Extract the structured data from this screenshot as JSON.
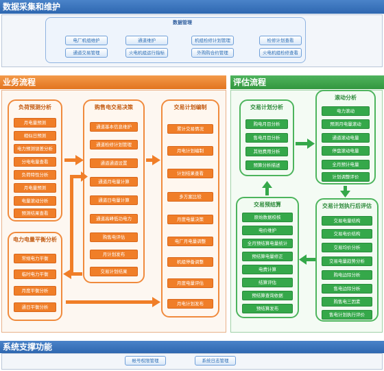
{
  "data_section": {
    "title": "数据采集和维护",
    "management_title": "数据管理",
    "buttons": [
      "电厂机组维护",
      "通道维护",
      "机组检修计划管理",
      "检修计划查看",
      "通道交易管理",
      "火电机组运行指标",
      "外购购合约管理",
      "火电机组检修查看"
    ]
  },
  "business_section": {
    "title": "业务流程",
    "load_forecast": {
      "title": "负荷预测分析",
      "items": [
        "月电量预测",
        "相似日预测",
        "电力预测误差分析",
        "分电电量查看",
        "负荷特性分析",
        "月电量预测",
        "电量滚动分析",
        "预测结果查看"
      ]
    },
    "balance": {
      "title": "电力电量平衡分析",
      "items": [
        "常规电力平衡",
        "临时电力平衡",
        "月度平衡分析",
        "通日平衡分析"
      ]
    },
    "purchase": {
      "title": "购售电交易决策",
      "items": [
        "通道基本信息维护",
        "通道检修计划管理",
        "通道通道设置",
        "通道月电量计算",
        "通道日电量计算",
        "通道高峰低功电力",
        "购售电评估",
        "月计划发布",
        "交易计划结果"
      ]
    },
    "plan": {
      "title": "交易计划编制",
      "items": [
        "累计交易情况",
        "月电计划编制",
        "计划结果查看",
        "多方案比较",
        "月度电量决策",
        "电厂月电量调整",
        "机组停备调整",
        "月度电量评估",
        "月电计划发布"
      ]
    }
  },
  "evaluation_section": {
    "title": "评估流程",
    "plan_analysis": {
      "title": "交易计划分析",
      "items": [
        "购电月目分析",
        "售电月目分析",
        "其他费用分析",
        "预算分析描述"
      ]
    },
    "rolling": {
      "title": "滚动分析",
      "items": [
        "电力滚动",
        "预测月电量滚动",
        "通道滚动电量",
        "停盘滚动电量",
        "全月预计电量",
        "计划调整评价"
      ]
    },
    "settlement": {
      "title": "交易预结算",
      "items": [
        "原始数据校核",
        "电价维护",
        "全月预结算电量统计",
        "预结算电量修正",
        "电费计算",
        "结算评估",
        "预结算查询依据",
        "预结算发布"
      ]
    },
    "post_eval": {
      "title": "交易计划执行后评估",
      "items": [
        "交易电量结构",
        "交易电价结构",
        "交易均价分析",
        "交易电量趋势分析",
        "购电边际分析",
        "售电边际分析",
        "购售电三因素",
        "售电计划执行评价"
      ]
    }
  },
  "support_section": {
    "title": "系统支撑功能",
    "buttons": [
      "帐号权限管理",
      "系统日志管理"
    ]
  }
}
